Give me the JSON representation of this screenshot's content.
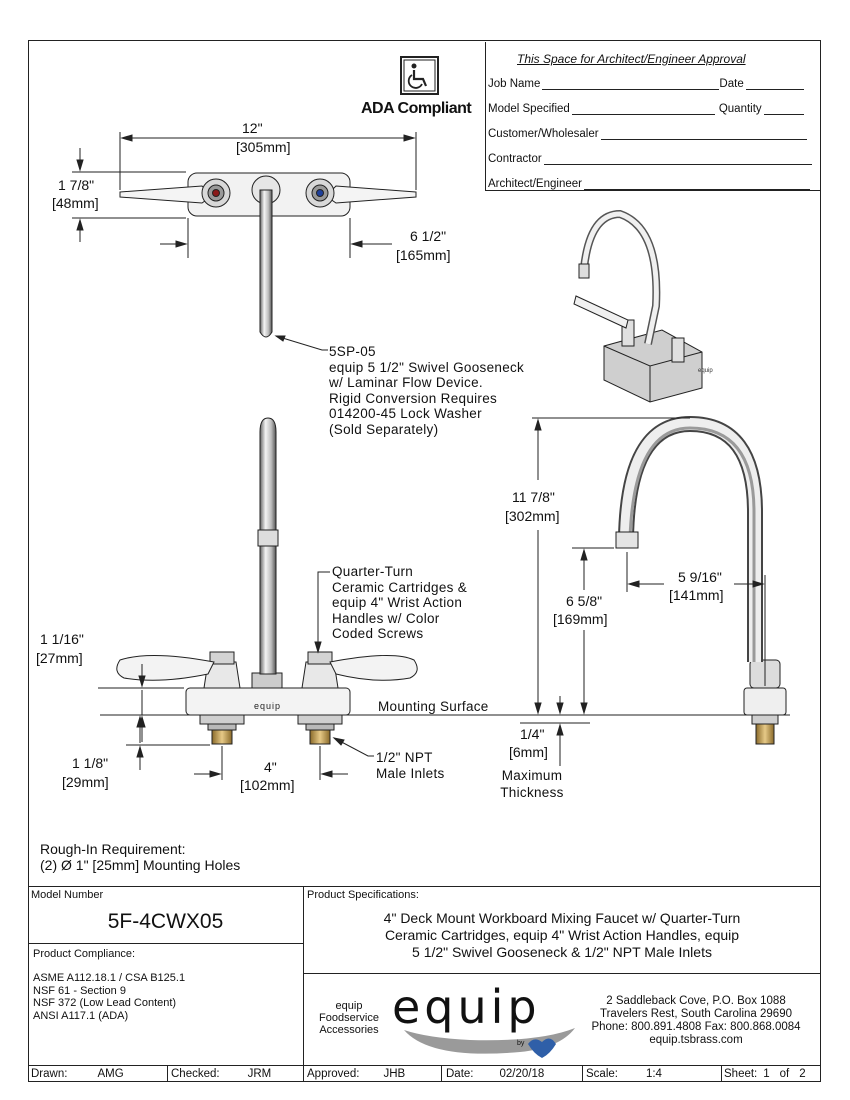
{
  "approval": {
    "heading": "This Space for Architect/Engineer Approval",
    "job_name": "Job Name",
    "date": "Date",
    "model_specified": "Model Specified",
    "quantity": "Quantity",
    "customer": "Customer/Wholesaler",
    "contractor": "Contractor",
    "architect": "Architect/Engineer"
  },
  "ada": {
    "label": "ADA Compliant",
    "icon": "wheelchair-icon"
  },
  "top_view": {
    "width_in": "12\"",
    "width_mm": "[305mm]",
    "height_in": "1 7/8\"",
    "height_mm": "[48mm]",
    "handle_in": "6 1/2\"",
    "handle_mm": "[165mm]"
  },
  "gooseneck_note": {
    "lines": [
      "5SP-05",
      "equip 5 1/2\" Swivel Gooseneck",
      "w/ Laminar Flow Device.",
      "Rigid Conversion Requires",
      "014200-45 Lock Washer",
      "(Sold Separately)"
    ]
  },
  "front_view": {
    "cartridge_note": [
      "Quarter-Turn",
      "Ceramic Cartridges &",
      "equip 4\" Wrist Action",
      "Handles w/ Color",
      "Coded Screws"
    ],
    "handle_h_in": "1 1/16\"",
    "handle_h_mm": "[27mm]",
    "inlet_h_in": "1 1/8\"",
    "inlet_h_mm": "[29mm]",
    "center_in": "4\"",
    "center_mm": "[102mm]",
    "inlet_note": [
      "1/2\" NPT",
      "Male Inlets"
    ],
    "mounting_surface": "Mounting Surface",
    "base_label": "equip"
  },
  "side_view": {
    "height_in": "11 7/8\"",
    "height_mm": "[302mm]",
    "spout_h_in": "6 5/8\"",
    "spout_h_mm": "[169mm]",
    "reach_in": "5 9/16\"",
    "reach_mm": "[141mm]",
    "thick_in": "1/4\"",
    "thick_mm": "[6mm]",
    "thick_note": [
      "Maximum",
      "Thickness"
    ]
  },
  "rough_in": {
    "line1": "Rough-In Requirement:",
    "line2": "(2) Ø 1\" [25mm] Mounting Holes"
  },
  "title_block": {
    "model_number_label": "Model Number",
    "model_number": "5F-4CWX05",
    "compliance_label": "Product Compliance:",
    "compliance": [
      "ASME A112.18.1 / CSA B125.1",
      "NSF 61 - Section 9",
      "NSF 372 (Low Lead Content)",
      "ANSI A117.1 (ADA)"
    ],
    "spec_label": "Product Specifications:",
    "spec": [
      "4\" Deck Mount Workboard Mixing Faucet w/ Quarter-Turn",
      "Ceramic Cartridges, equip 4\" Wrist Action Handles, equip",
      "5 1/2\" Swivel Gooseneck & 1/2\" NPT Male Inlets"
    ],
    "brand_sub": [
      "equip",
      "Foodservice",
      "Accessories"
    ],
    "brand_logo": "equip",
    "brand_by": "by",
    "address": [
      "2 Saddleback Cove, P.O. Box 1088",
      "Travelers Rest, South Carolina 29690",
      "Phone: 800.891.4808  Fax: 800.868.0084",
      "equip.tsbrass.com"
    ]
  },
  "footer": {
    "drawn_label": "Drawn:",
    "drawn": "AMG",
    "checked_label": "Checked:",
    "checked": "JRM",
    "approved_label": "Approved:",
    "approved": "JHB",
    "date_label": "Date:",
    "date": "02/20/18",
    "scale_label": "Scale:",
    "scale": "1:4",
    "sheet_label": "Sheet:",
    "sheet": "1",
    "of_label": "of",
    "sheet_total": "2"
  },
  "colors": {
    "line": "#222222",
    "steel_light": "#e8e8e8",
    "steel_dark": "#6e6e6e",
    "brass": "#c8a25a",
    "logo_gray": "#9a9a9a",
    "logo_blue": "#2f5fa8"
  }
}
